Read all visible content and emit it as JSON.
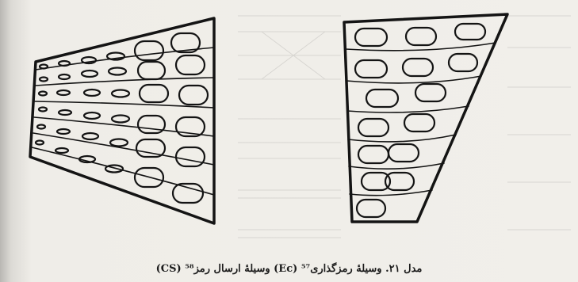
{
  "caption": "مدل ۲۱. وسیلهٔ رمزگذاری⁵⁷ (Ec) وسیلهٔ ارسال رمز⁵⁸ (CS)",
  "figure": {
    "left_device": "Ec",
    "right_device": "CS",
    "stroke_color": "#141414"
  }
}
